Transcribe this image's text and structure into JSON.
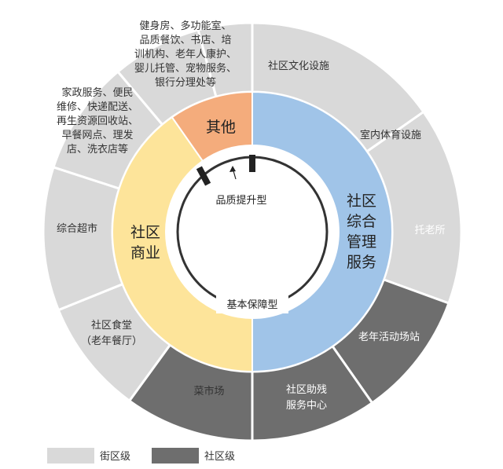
{
  "inner_sectors": {
    "community_services": {
      "label": [
        "社区",
        "综合",
        "管理",
        "服务"
      ],
      "color": "#a0c4e8"
    },
    "commercial": {
      "label": [
        "社区",
        "商业"
      ],
      "color": "#fde49a"
    },
    "other": {
      "label": [
        "其他"
      ],
      "color": "#f4ac7c"
    }
  },
  "outer_sectors": [
    {
      "id": "culture",
      "label": [
        "社区文化设施"
      ],
      "level": "street"
    },
    {
      "id": "indoor-sports",
      "label": [
        "室内体育设施"
      ],
      "level": "street"
    },
    {
      "id": "elderly-care",
      "label": [
        "托老所"
      ],
      "level": "community"
    },
    {
      "id": "elderly-center",
      "label": [
        "老年活动场站"
      ],
      "level": "community"
    },
    {
      "id": "disability",
      "label": [
        "社区助残",
        "服务中心"
      ],
      "level": "community"
    },
    {
      "id": "market",
      "label": [
        "菜市场"
      ],
      "level": "street"
    },
    {
      "id": "canteen",
      "label": [
        "社区食堂",
        "（老年餐厅）"
      ],
      "level": "street"
    },
    {
      "id": "supermarket",
      "label": [
        "综合超市"
      ],
      "level": "street"
    },
    {
      "id": "home-services",
      "label": [
        "家政服务、便民",
        "维修、快递配送、",
        "再生资源回收站、",
        "早餐网点、理发",
        "店、洗衣店等"
      ],
      "level": "street"
    },
    {
      "id": "other-services",
      "label": [
        "健身房、多功能室、",
        "品质餐饮、书店、培",
        "训机构、老年人康护、",
        "婴儿托管、宠物服务、",
        "银行分理处等"
      ],
      "level": "street"
    }
  ],
  "arc_labels": {
    "quality": "品质提升型",
    "basic": "基本保障型"
  },
  "legend": [
    {
      "label": "街区级",
      "color": "#d9d9d9"
    },
    {
      "label": "社区级",
      "color": "#6e6e6e"
    }
  ],
  "colors": {
    "street": "#d9d9d9",
    "community": "#6e6e6e",
    "separator": "#ffffff",
    "arc": "#333333"
  }
}
